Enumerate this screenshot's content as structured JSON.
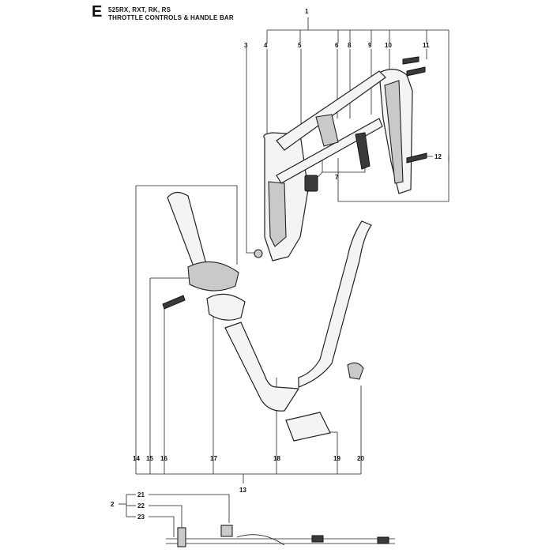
{
  "header": {
    "section_letter": "E",
    "models": "525RX, RXT, RK, RS",
    "title": "THROTTLE CONTROLS & HANDLE BAR"
  },
  "callouts": [
    "1",
    "2",
    "3",
    "4",
    "5",
    "6",
    "7",
    "8",
    "9",
    "10",
    "11",
    "12",
    "13",
    "14",
    "15",
    "16",
    "17",
    "18",
    "19",
    "20",
    "21",
    "22",
    "23"
  ],
  "colors": {
    "line": "#222222",
    "part_fill": "#f4f4f4",
    "part_shade": "#c9c9c9",
    "part_dark": "#3a3a3a"
  }
}
